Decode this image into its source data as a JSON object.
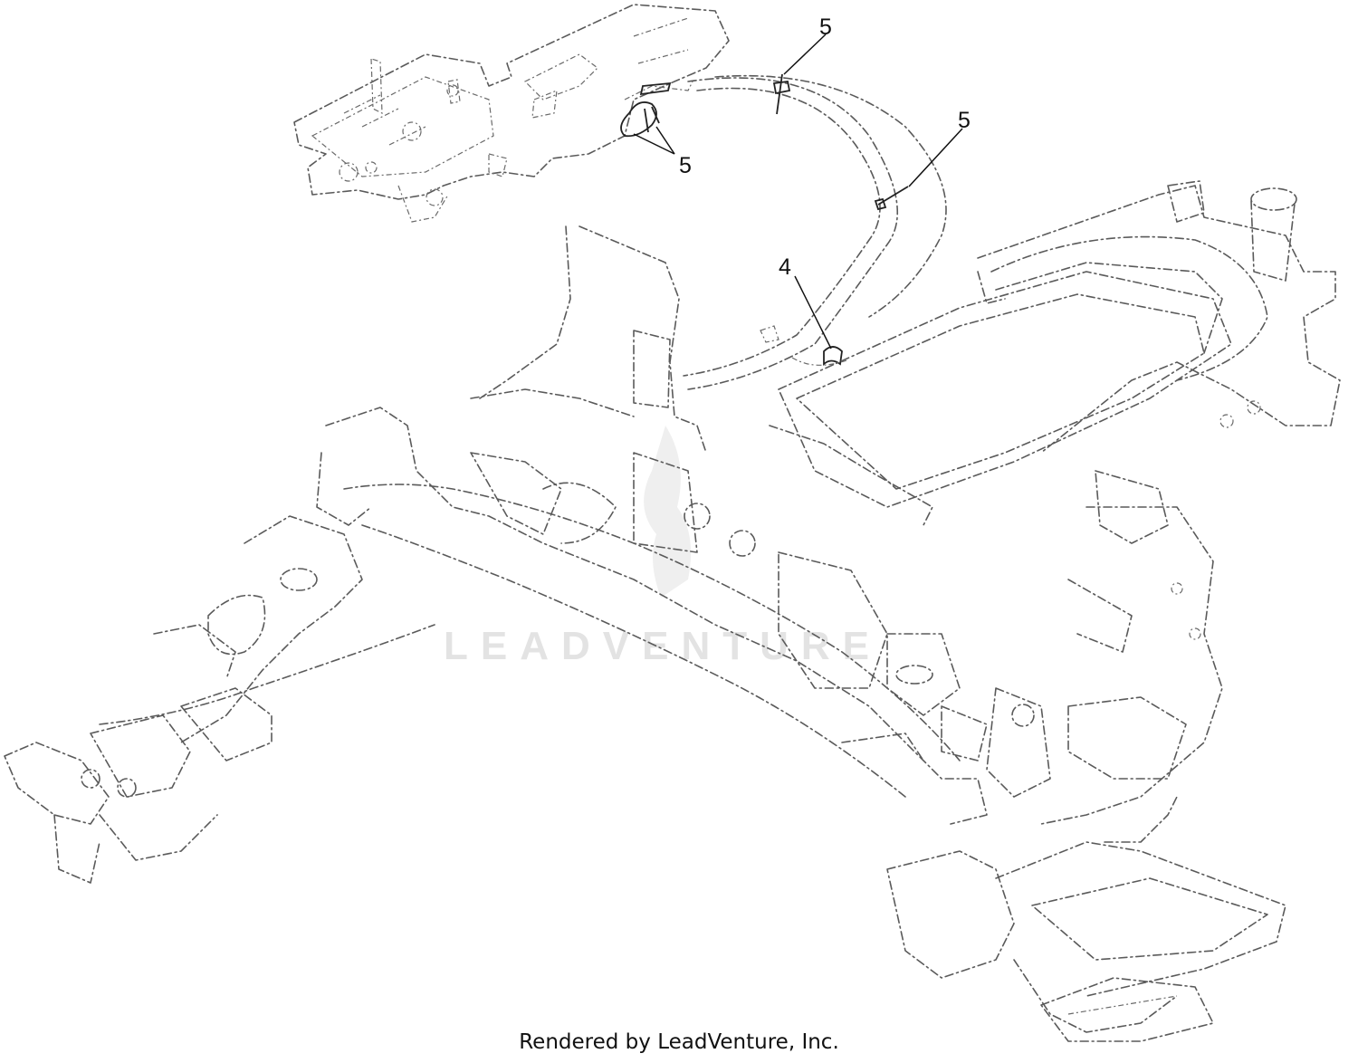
{
  "callouts": [
    {
      "id": "c5a",
      "label": "5"
    },
    {
      "id": "c5b",
      "label": "5"
    },
    {
      "id": "c5c",
      "label": "5"
    },
    {
      "id": "c4",
      "label": "4"
    }
  ],
  "watermark": "LEADVENTURE",
  "footer": "Rendered by LeadVenture, Inc."
}
